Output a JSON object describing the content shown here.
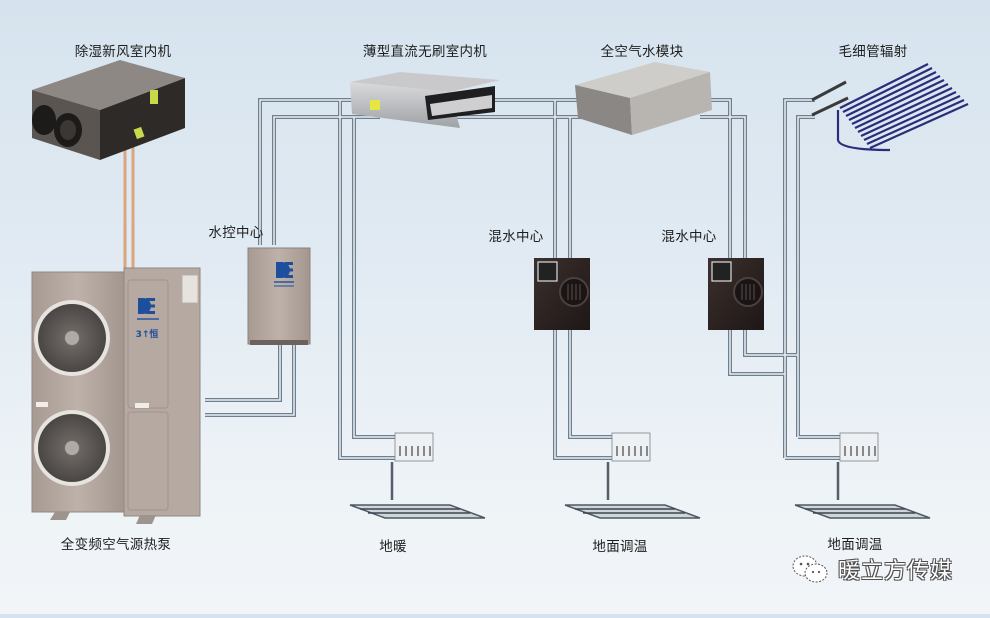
{
  "title": "空气源热泵多联供系统示意图",
  "devices": {
    "fresh_air_unit": {
      "label": "除湿新风室内机"
    },
    "dc_indoor_unit": {
      "label": "薄型直流无刷室内机"
    },
    "air_water_module": {
      "label": "全空气水模块"
    },
    "capillary_radiation": {
      "label": "毛细管辐射"
    },
    "water_control_center": {
      "label": "水控中心"
    },
    "mixing_center_1": {
      "label": "混水中心"
    },
    "mixing_center_2": {
      "label": "混水中心"
    },
    "heat_pump": {
      "label": "全变频空气源热泵",
      "badge": "3↑恒"
    },
    "floor_heating": {
      "label": "地暖"
    },
    "floor_temp_1": {
      "label": "地面调温"
    },
    "floor_temp_2": {
      "label": "地面调温"
    }
  },
  "watermark": {
    "icon": "wechat-icon",
    "text": "暖立方传媒"
  },
  "colors": {
    "pipe": "#6f7f8d",
    "pipe_highlight": "#e8eef3",
    "copper_pipe": "#d9a67d",
    "brand_blue": "#1e4f9c",
    "unit_grey": "#b3a59c",
    "mixer_dark": "#2b211f",
    "capillary": "#2a2e7a"
  }
}
